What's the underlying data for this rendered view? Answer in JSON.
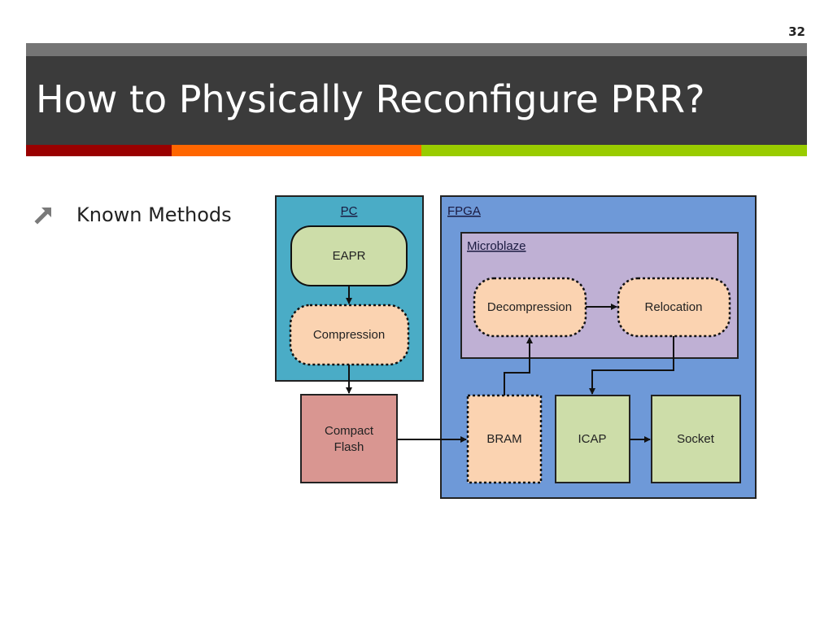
{
  "slide": {
    "page_number": "32",
    "title": "How to Physically Reconfigure PRR?",
    "bullet": "Known Methods"
  },
  "diagram": {
    "pc": {
      "label": "PC",
      "eapr": "EAPR",
      "compression": "Compression"
    },
    "compact_flash": {
      "line1": "Compact",
      "line2": "Flash"
    },
    "fpga": {
      "label": "FPGA",
      "microblaze": {
        "label": "Microblaze",
        "decompression": "Decompression",
        "relocation": "Relocation"
      },
      "bram": "BRAM",
      "icap": "ICAP",
      "socket": "Socket"
    }
  },
  "colors": {
    "title_bar": "#3b3b3b",
    "stripe_red": "#990000",
    "stripe_orange": "#ff6600",
    "stripe_green": "#99cc00",
    "pc_box": "#4aacc6",
    "fpga_box": "#6e99d8",
    "microblaze_box": "#bfb0d4",
    "green_node": "#cddda9",
    "peach_node": "#fbd3b1",
    "flash_node": "#d99691"
  }
}
